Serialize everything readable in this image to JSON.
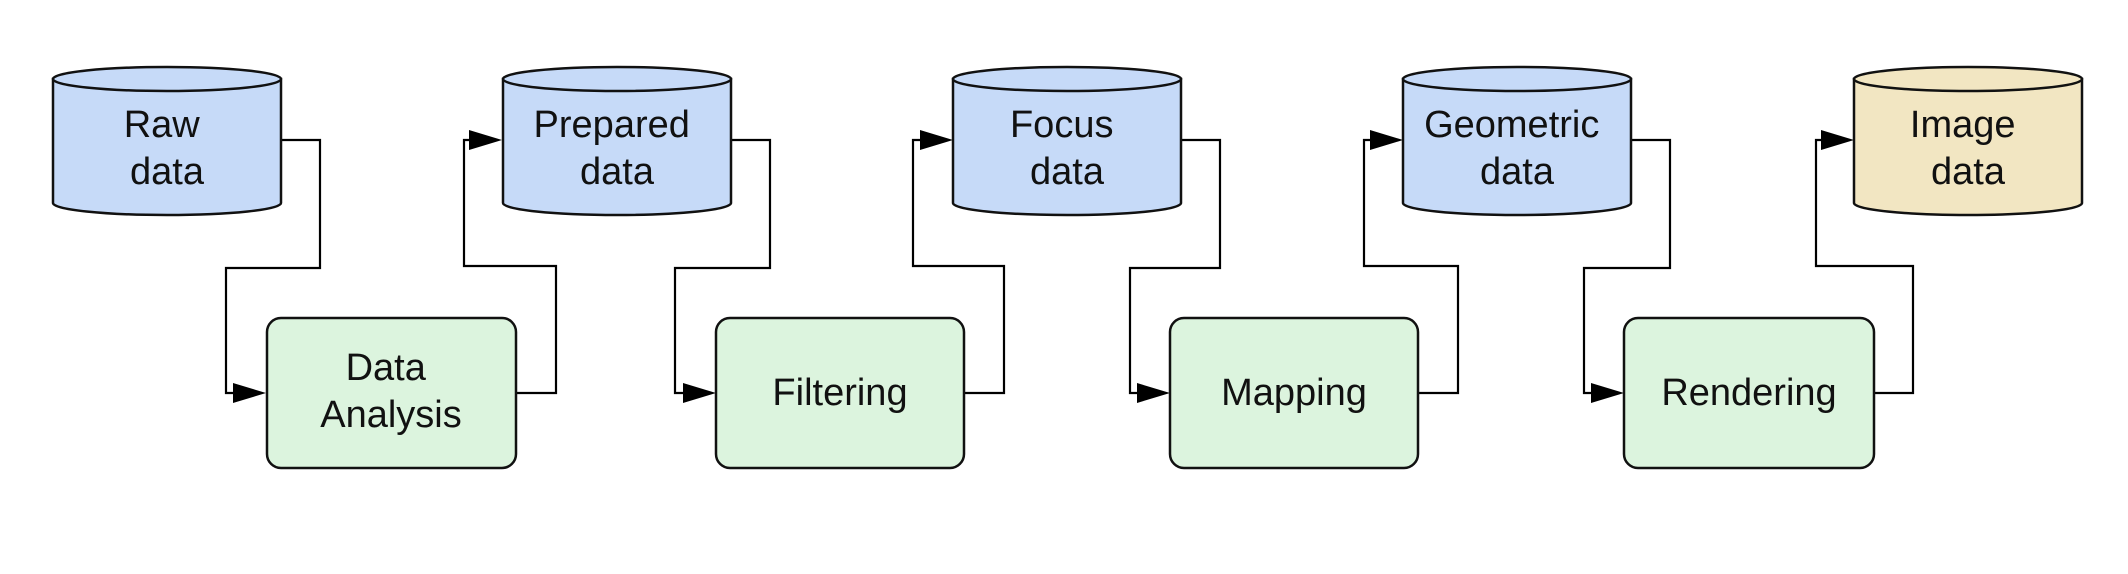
{
  "colors": {
    "data_store_fill": "#c6daf8",
    "image_store_fill": "#f2e6c2",
    "process_fill": "#dcf4de",
    "stroke": "#111111",
    "line": "#000000"
  },
  "data_stores": [
    {
      "id": "raw",
      "lines": [
        "Raw",
        "data"
      ]
    },
    {
      "id": "prepared",
      "lines": [
        "Prepared",
        "data"
      ]
    },
    {
      "id": "focus",
      "lines": [
        "Focus",
        "data"
      ]
    },
    {
      "id": "geometric",
      "lines": [
        "Geometric",
        "data"
      ]
    },
    {
      "id": "image",
      "lines": [
        "Image",
        "data"
      ]
    }
  ],
  "processes": [
    {
      "id": "data-analysis",
      "lines": [
        "Data",
        "Analysis"
      ]
    },
    {
      "id": "filtering",
      "lines": [
        "Filtering"
      ]
    },
    {
      "id": "mapping",
      "lines": [
        "Mapping"
      ]
    },
    {
      "id": "rendering",
      "lines": [
        "Rendering"
      ]
    }
  ]
}
